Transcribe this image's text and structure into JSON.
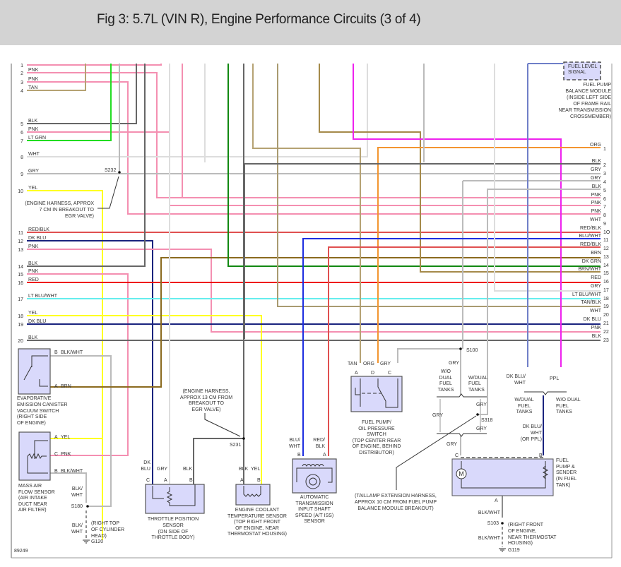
{
  "title": "Fig 3: 5.7L (VIN R), Engine Performance Circuits (3 of 4)",
  "figure_id": "89249",
  "colors": {
    "PNK": "#f48fb1",
    "TAN": "#b5a273",
    "BLK": "#666666",
    "LT GRN": "#22dd22",
    "WHT": "#dddddd",
    "GRY": "#bbbbbb",
    "YEL": "#ffff22",
    "RED/BLK": "#e05050",
    "DK BLU": "#1a237e",
    "RED": "#ee1111",
    "LT BLU/WHT": "#66eeee",
    "ORG": "#f39530",
    "BLU/WHT": "#1e2ee0",
    "BRN": "#8b6a1e",
    "DK GRN": "#118811",
    "BRN/WHT": "#a58a4a",
    "TAN/BLK": "#a99a70",
    "PPL": "#ee22ee",
    "DK BLU/WHT": "#6f7fc8"
  },
  "left_connector": {
    "pins": [
      {
        "num": "1",
        "color": ""
      },
      {
        "num": "2",
        "color": "PNK"
      },
      {
        "num": "3",
        "color": "PNK"
      },
      {
        "num": "4",
        "color": "TAN"
      },
      {
        "num": "5",
        "color": "BLK"
      },
      {
        "num": "6",
        "color": "PNK"
      },
      {
        "num": "7",
        "color": "LT GRN"
      },
      {
        "num": "8",
        "color": "WHT"
      },
      {
        "num": "9",
        "color": "GRY"
      },
      {
        "num": "10",
        "color": "YEL"
      },
      {
        "num": "11",
        "color": "RED/BLK"
      },
      {
        "num": "12",
        "color": "DK BLU"
      },
      {
        "num": "13",
        "color": "PNK"
      },
      {
        "num": "14",
        "color": "BLK"
      },
      {
        "num": "15",
        "color": "PNK"
      },
      {
        "num": "16",
        "color": "RED"
      },
      {
        "num": "17",
        "color": "LT BLU/WHT"
      },
      {
        "num": "18",
        "color": "YEL"
      },
      {
        "num": "19",
        "color": "DK BLU"
      },
      {
        "num": "20",
        "color": "BLK"
      }
    ]
  },
  "right_connector": {
    "pins": [
      {
        "num": "1",
        "color": "ORG"
      },
      {
        "num": "2",
        "color": "BLK"
      },
      {
        "num": "3",
        "color": "GRY"
      },
      {
        "num": "4",
        "color": "GRY"
      },
      {
        "num": "5",
        "color": "BLK"
      },
      {
        "num": "6",
        "color": "PNK"
      },
      {
        "num": "7",
        "color": "PNK"
      },
      {
        "num": "8",
        "color": "PNK"
      },
      {
        "num": "9",
        "color": "WHT"
      },
      {
        "num": "1O",
        "color": "RED/BLK"
      },
      {
        "num": "11",
        "color": "BLU/WHT"
      },
      {
        "num": "12",
        "color": "RED/BLK"
      },
      {
        "num": "13",
        "color": "BRN"
      },
      {
        "num": "14",
        "color": "DK GRN"
      },
      {
        "num": "15",
        "color": "BRN/WHT"
      },
      {
        "num": "16",
        "color": "RED"
      },
      {
        "num": "17",
        "color": "GRY"
      },
      {
        "num": "18",
        "color": "LT BLU/WHT"
      },
      {
        "num": "19",
        "color": "TAN/BLK"
      },
      {
        "num": "20",
        "color": "WHT"
      },
      {
        "num": "21",
        "color": "DK BLU"
      },
      {
        "num": "22",
        "color": "PNK"
      },
      {
        "num": "23",
        "color": "BLK"
      }
    ]
  },
  "splices": {
    "s232": "S232",
    "s232_note": [
      "(ENGINE HARNESS, APPROX",
      "7 CM IN BREAKOUT TO",
      "EGR VALVE)"
    ],
    "s231": "S231",
    "s231_note": [
      "(ENGINE HARNESS,",
      "APPROX 13 CM FROM",
      "BREAKOUT TO",
      "EGR VALVE)"
    ],
    "s180": "S180",
    "s100": "S100",
    "s318": "S318",
    "s318_note": [
      "(TAILLAMP EXTENSION HARNESS,",
      "APPROX 10 CM FROM FUEL PUMP",
      "BALANCE MODULE BREAKOUT)"
    ],
    "s103": "S103"
  },
  "grounds": {
    "g120": "G120",
    "g120_note": [
      "(RIGHT TOP",
      "OF CYLINDER",
      "HEAD)"
    ],
    "g119": "G119",
    "g119_note": [
      "(RIGHT FRONT",
      "OF ENGINE,",
      "NEAR THERMOSTAT",
      "HOUSING)"
    ]
  },
  "components": {
    "evap": {
      "label": [
        "EVAPORATIVE",
        "EMISSION CANISTER",
        "VACUUM SWITCH",
        "(RIGHT SIDE",
        "OF ENGINE)"
      ],
      "pin_b": "B",
      "pin_b_color": "BLK/WHT",
      "pin_a": "A",
      "pin_a_color": "BRN"
    },
    "maf": {
      "label": [
        "MASS AIR",
        "FLOW SENSOR",
        "(AIR INTAKE",
        "DUCT NEAR",
        "AIR FILTER)"
      ],
      "pin_a": "A",
      "pin_a_color": "YEL",
      "pin_c": "C",
      "pin_c_color": "PNK",
      "pin_b": "B",
      "pin_b_color": "BLK/WHT",
      "wire1": [
        "BLK/",
        "WHT"
      ],
      "wire2": [
        "BLK/",
        "WHT"
      ]
    },
    "tps": {
      "label": [
        "THROTTLE POSITION",
        "SENSOR",
        "(ON SIDE OF",
        "THROTTLE BODY)"
      ],
      "wire_c": [
        "DK",
        "BLU"
      ],
      "wire_a": "GRY",
      "wire_b": "BLK",
      "pin_c": "C",
      "pin_a": "A",
      "pin_b": "B"
    },
    "ect": {
      "label": [
        "ENGINE COOLANT",
        "TEMPERATURE SENSOR",
        "(TOP RIGHT FRONT",
        "OF ENGINE, NEAR",
        "THERMOSTAT HOUSING)"
      ],
      "wire_a": "BLK",
      "wire_b": "YEL",
      "pin_a": "A",
      "pin_b": "B"
    },
    "iss": {
      "label": [
        "AUTOMATIC",
        "TRANSMISSION",
        "INPUT SHAFT",
        "SPEED (A/T ISS)",
        "SENSOR"
      ],
      "wire_b": [
        "BLU/",
        "WHT"
      ],
      "wire_a": [
        "RED/",
        "BLK"
      ],
      "pin_b": "B",
      "pin_a": "A"
    },
    "fpops": {
      "label": [
        "FUEL PUMP/",
        "OIL PRESSURE",
        "SWITCH",
        "(TOP CENTER REAR",
        "OF ENGINE, BEHIND",
        "DISTRIBUTOR)"
      ],
      "wire_a": "TAN",
      "wire_d": "ORG",
      "wire_c": "GRY",
      "pin_a": "A",
      "pin_d": "D",
      "pin_c": "C"
    },
    "fuel_level": {
      "box_label": [
        "FUEL LEVEL",
        "SIGNAL"
      ],
      "module_label": [
        "FUEL PUMP",
        "BALANCE MODULE",
        "(INSIDE LEFT SIDE",
        "OF FRAME RAIL",
        "NEAR TRANSMISSION",
        "CROSSMEMBER)"
      ]
    },
    "fuel_pump": {
      "label": [
        "FUEL",
        "PUMP &",
        "SENDER",
        "(IN FUEL",
        "TANK)"
      ],
      "pin_c": "C",
      "pin_b": "B",
      "pin_a": "A",
      "motor": "M",
      "wire_a": "BLK/WHT",
      "wire_a2": "BLK/WHT"
    }
  },
  "options": {
    "gry": "GRY",
    "wo_dual": [
      "W/O",
      "DUAL",
      "FUEL",
      "TANKS"
    ],
    "w_dual": [
      "W/DUAL",
      "FUEL",
      "TANKS"
    ],
    "w_dual2": [
      "W/DUAL",
      "FUEL",
      "TANKS"
    ],
    "wo_dual2": [
      "W/O DUAL",
      "FUEL",
      "TANKS"
    ],
    "dkbluwht": [
      "DK BLU/",
      "WHT"
    ],
    "ppl": "PPL",
    "dkbluwht_or_ppl": [
      "DK BLU/",
      "WHT",
      "(OR PPL)"
    ]
  }
}
